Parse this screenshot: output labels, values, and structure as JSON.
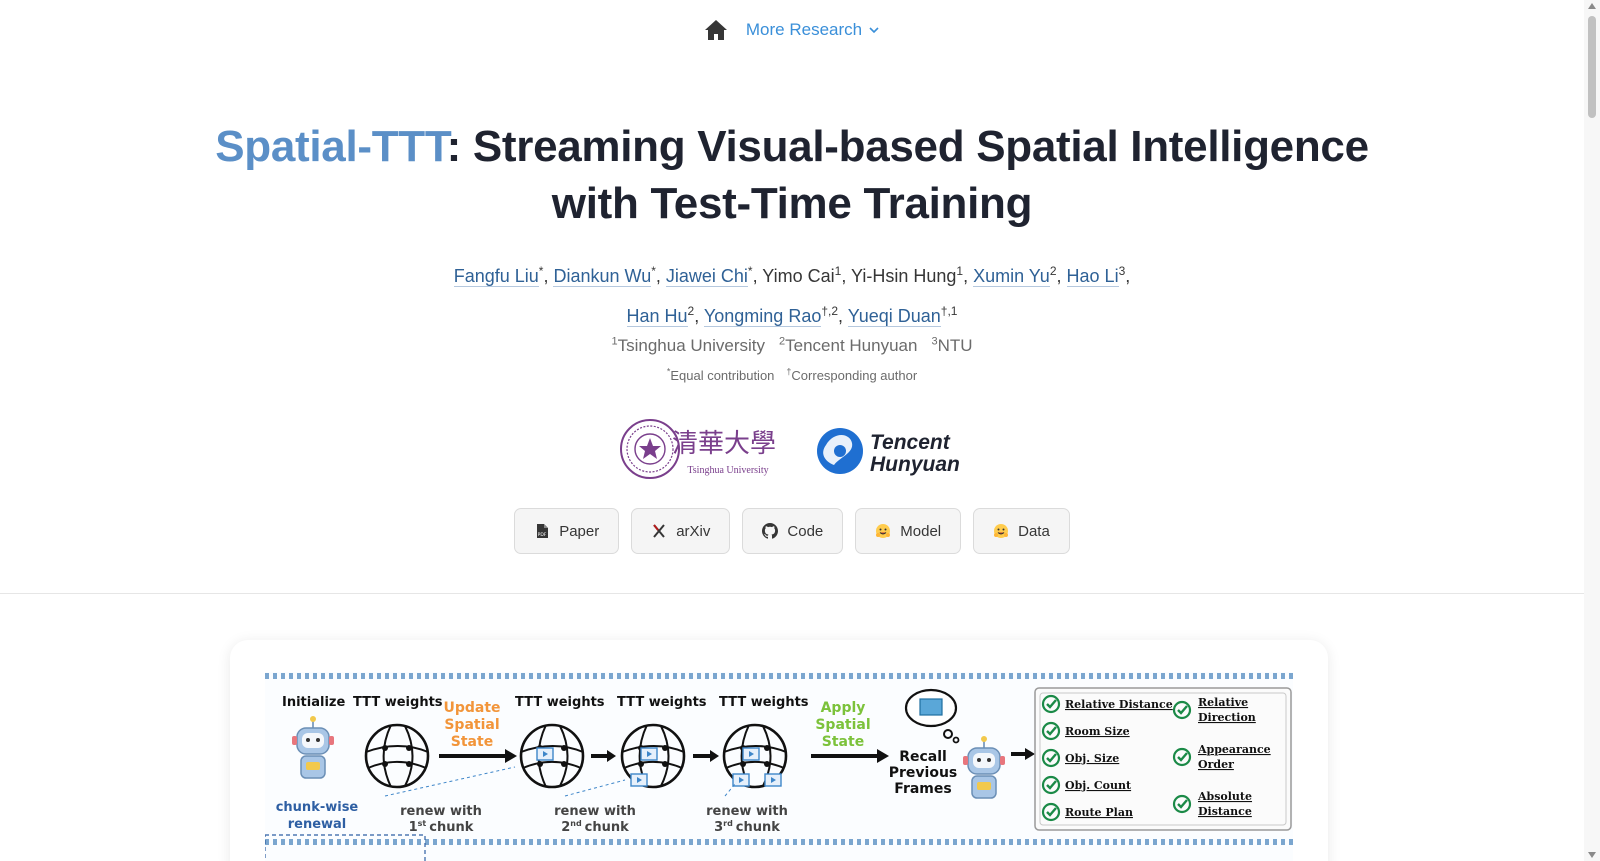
{
  "nav": {
    "home_icon": "home-icon",
    "more_research": "More Research"
  },
  "title": {
    "brand": "Spatial-TTT",
    "rest_line1": ": Streaming Visual-based Spatial Intelligence",
    "line2": "with Test-Time Training"
  },
  "authors": [
    {
      "name": "Fangfu Liu",
      "sup": "*",
      "linked": true
    },
    {
      "name": "Diankun Wu",
      "sup": "*",
      "linked": true
    },
    {
      "name": "Jiawei Chi",
      "sup": "*",
      "linked": true
    },
    {
      "name": "Yimo Cai",
      "sup": "1",
      "linked": false
    },
    {
      "name": "Yi-Hsin Hung",
      "sup": "1",
      "linked": false
    },
    {
      "name": "Xumin Yu",
      "sup": "2",
      "linked": true
    },
    {
      "name": "Hao Li",
      "sup": "3",
      "linked": true
    },
    {
      "name": "Han Hu",
      "sup": "2",
      "linked": true
    },
    {
      "name": "Yongming Rao",
      "sup": "†,2",
      "linked": true
    },
    {
      "name": "Yueqi Duan",
      "sup": "†,1",
      "linked": true
    }
  ],
  "affiliations": [
    {
      "sup": "1",
      "name": "Tsinghua University"
    },
    {
      "sup": "2",
      "name": "Tencent Hunyuan"
    },
    {
      "sup": "3",
      "name": "NTU"
    }
  ],
  "notes": [
    {
      "sup": "*",
      "text": "Equal contribution"
    },
    {
      "sup": "†",
      "text": "Corresponding author"
    }
  ],
  "logos": {
    "tsinghua": {
      "cn": "清華大學",
      "en": "Tsinghua University"
    },
    "tencent": {
      "line1": "Tencent",
      "line2": "Hunyuan"
    }
  },
  "buttons": [
    {
      "label": "Paper",
      "icon": "pdf-icon"
    },
    {
      "label": "arXiv",
      "icon": "arxiv-icon"
    },
    {
      "label": "Code",
      "icon": "github-icon"
    },
    {
      "label": "Model",
      "icon": "hugging-face-icon"
    },
    {
      "label": "Data",
      "icon": "hugging-face-icon"
    }
  ],
  "figure": {
    "initialize": "Initialize",
    "ttt_weights": "TTT weights",
    "update_state": [
      "Update",
      "Spatial",
      "State"
    ],
    "apply_state": [
      "Apply",
      "Spatial",
      "State"
    ],
    "recall": [
      "Recall",
      "Previous",
      "Frames"
    ],
    "chunk_renewal": [
      "chunk-wise",
      "renewal"
    ],
    "renew": [
      "renew with",
      "chunk"
    ],
    "ordinals": [
      [
        "1",
        "st"
      ],
      [
        "2",
        "nd"
      ],
      [
        "3",
        "rd"
      ]
    ],
    "tasks_left": [
      "Relative Distance",
      "Room Size",
      "Obj. Size",
      "Obj. Count",
      "Route Plan"
    ],
    "tasks_right": [
      [
        "Relative",
        "Direction"
      ],
      [
        "Appearance",
        "Order"
      ],
      [
        "Absolute",
        "Distance"
      ]
    ]
  },
  "colors": {
    "brand": "#5b8fc7",
    "link": "#2f6196",
    "nav_link": "#3a8fd9",
    "tsinghua_purple": "#7a3f8c",
    "tencent_blue": "#1f6fd1",
    "orange": "#f2953a",
    "green": "#7cc23b"
  }
}
